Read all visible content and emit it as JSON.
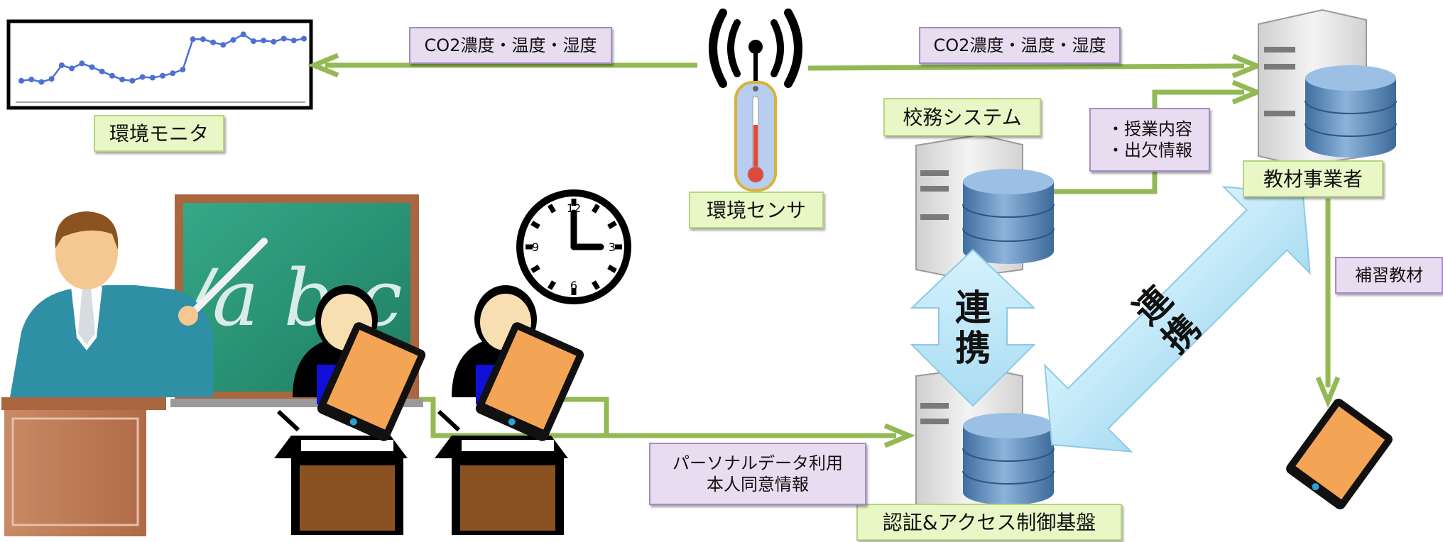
{
  "labels": {
    "env_monitor": "環境モニタ",
    "env_sensor": "環境センサ",
    "school_system": "校務システム",
    "material_vendor": "教材事業者",
    "auth_platform": "認証&アクセス制御基盤",
    "co2_left": "CO2濃度・温度・湿度",
    "co2_right": "CO2濃度・温度・湿度",
    "class_info": "・授業内容\n・出欠情報",
    "supplementary": "補習教材",
    "personal_data": "パーソナルデータ利用\n本人同意情報",
    "link_vertical": "連\n携",
    "link_diagonal": "連\n携",
    "chalkboard_text": "/a b c"
  },
  "clock_numbers": [
    "12",
    "3",
    "6",
    "9"
  ],
  "monitor_series": [
    0.3,
    0.32,
    0.28,
    0.33,
    0.55,
    0.5,
    0.58,
    0.52,
    0.45,
    0.38,
    0.32,
    0.3,
    0.36,
    0.35,
    0.38,
    0.42,
    0.48,
    0.97,
    0.97,
    0.92,
    0.88,
    0.96,
    1.05,
    0.94,
    0.95,
    0.93,
    0.98,
    0.95,
    0.98
  ],
  "colors": {
    "connector": "#93b955",
    "label_green_fill": "#e9f7c6",
    "label_purple_fill": "#e7dcf0",
    "link_arrow_fill": "#c7ecfa",
    "tablet_orange": "#f4a455",
    "chalkboard": "#2e9c7a",
    "frame_brown": "#a9663f",
    "desk_brown": "#8a5220",
    "db_blue": "#5b87b5",
    "chart_line": "#4d6fd6"
  }
}
